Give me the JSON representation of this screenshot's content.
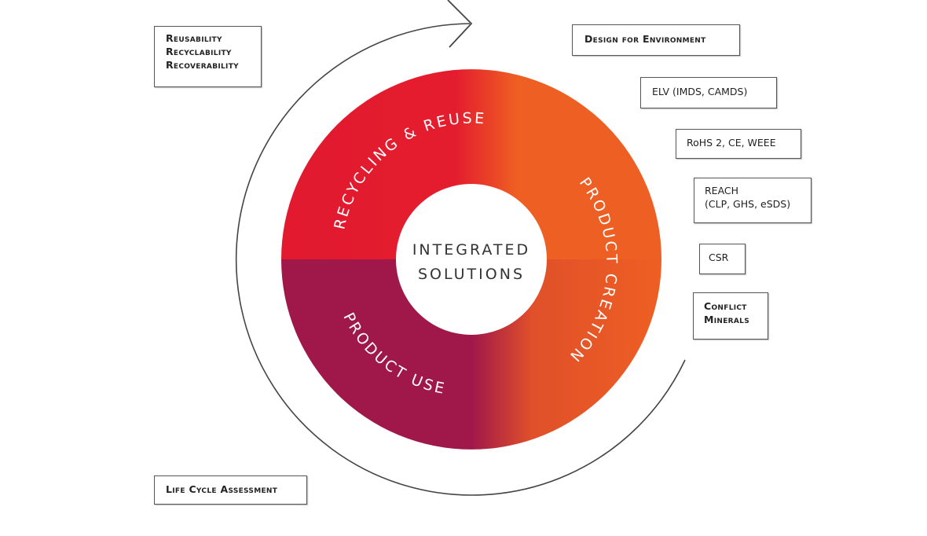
{
  "diagram": {
    "center_label_lines": [
      "INTEGRATED",
      "SOLUTIONS"
    ],
    "segments": [
      {
        "label": "RECYCLING & REUSE",
        "color": "#E2192F"
      },
      {
        "label": "PRODUCT CREATION",
        "color": "#EE5F23"
      },
      {
        "label": "PRODUCT USE",
        "color": "#A0174A"
      }
    ],
    "cycle_arrow": {
      "direction": "clockwise",
      "color": "#444444"
    },
    "left_boxes": [
      {
        "lines": [
          "Reusability",
          "Recyclability",
          "Recoverability"
        ]
      },
      {
        "lines": [
          "Life Cycle Assessment"
        ]
      }
    ],
    "right_boxes": [
      {
        "lines": [
          "Design for Environment"
        ]
      },
      {
        "lines": [
          "ELV (IMDS, CAMDS)"
        ]
      },
      {
        "lines": [
          "RoHS 2, CE, WEEE"
        ]
      },
      {
        "lines": [
          "REACH",
          "(CLP, GHS, eSDS)"
        ]
      },
      {
        "lines": [
          "CSR"
        ]
      },
      {
        "lines": [
          "Conflict",
          "Minerals"
        ]
      }
    ]
  }
}
